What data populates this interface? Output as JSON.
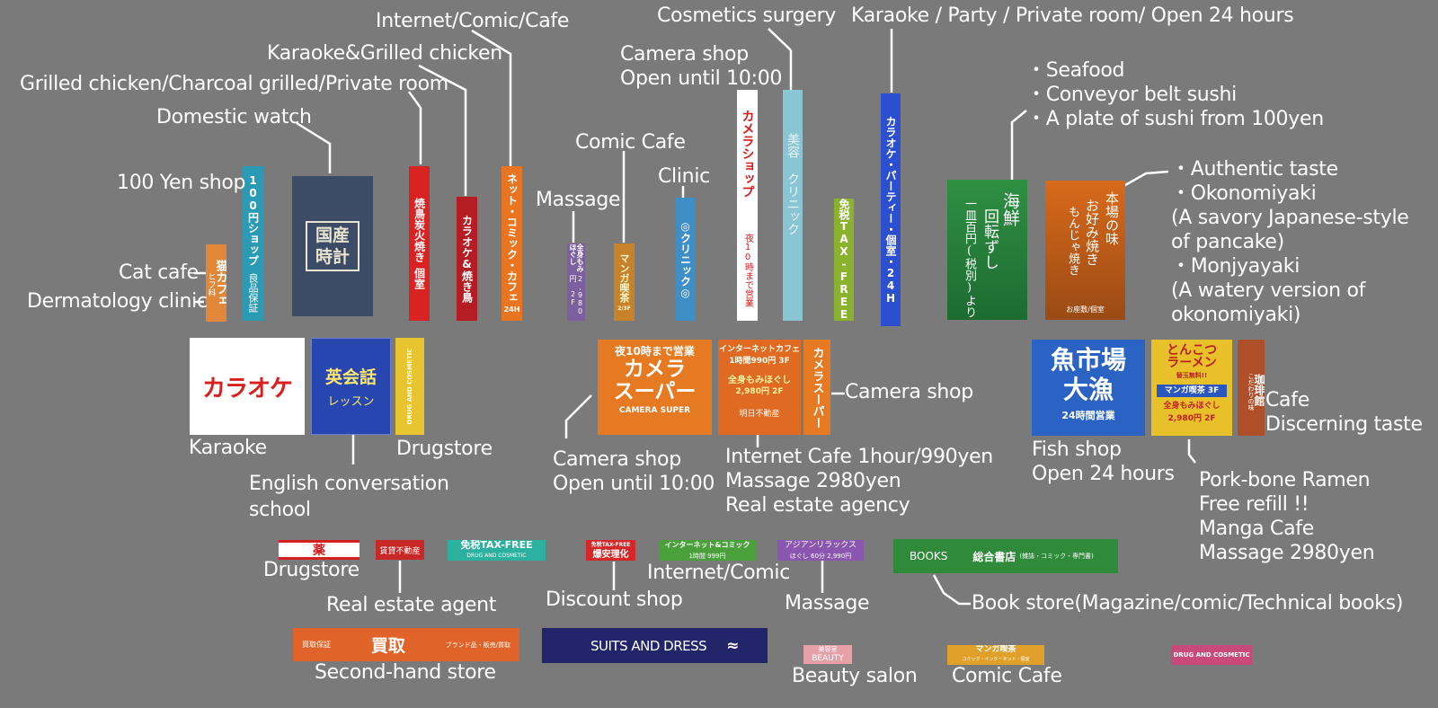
{
  "labels": {
    "internet_comic_cafe": "Internet/Comic/Cafe",
    "cosmetics_surgery": "Cosmetics surgery",
    "karaoke_party": "Karaoke  / Party / Private room/ Open 24 hours",
    "karaoke_grilled_chicken": "Karaoke&Grilled chicken",
    "camera_shop_top_1": "Camera shop",
    "camera_shop_top_2": "Open until 10:00",
    "grilled_chicken": "Grilled chicken/Charcoal grilled/Private room",
    "domestic_watch": "Domestic watch",
    "comic_cafe_top": "Comic Cafe",
    "clinic": "Clinic",
    "massage_top": "Massage",
    "yen_shop": "100 Yen shop",
    "cat_cafe": "Cat cafe",
    "dermatology": "Dermatology clinic",
    "seafood_1": "・Seafood",
    "seafood_2": "・Conveyor belt sushi",
    "seafood_3": "・A plate of sushi  from 100yen",
    "okonomi_1": "・Authentic taste",
    "okonomi_2": "・Okonomiyaki",
    "okonomi_3": "(A savory Japanese-style",
    "okonomi_4": "of pancake)",
    "okonomi_5": "・Monjyayaki",
    "okonomi_6": "(A watery version of",
    "okonomi_7": "okonomiyaki)",
    "karaoke_bottom": "Karaoke",
    "drugstore_mid": "Drugstore",
    "english_1": "English conversation",
    "english_2": "school",
    "camera_shop_right": "Camera shop",
    "camera_shop_bottom_1": "Camera shop",
    "camera_shop_bottom_2": "Open until 10:00",
    "internet_cafe_1": "Internet Cafe 1hour/990yen",
    "internet_cafe_2": "Massage 2980yen",
    "internet_cafe_3": "Real estate agency",
    "fish_shop_1": "Fish shop",
    "fish_shop_2": "Open 24 hours",
    "cafe_1": "Cafe",
    "cafe_2": "Discerning taste",
    "ramen_1": "Pork-bone Ramen",
    "ramen_2": "Free refill !!",
    "ramen_3": "Manga Cafe",
    "ramen_4": "Massage 2980yen",
    "drugstore_low": "Drugstore",
    "real_estate_low": "Real estate agent",
    "discount_shop": "Discount shop",
    "internet_comic_low": "Internet/Comic",
    "massage_low": "Massage",
    "book_store": "Book store(Magazine/comic/Technical books)",
    "second_hand": "Second-hand store",
    "beauty_salon": "Beauty salon",
    "comic_cafe_low": "Comic Cafe"
  },
  "signs": {
    "cat_cafe": "猫カフェ",
    "cat_cafe_sub": "ヒフ科",
    "yen_shop": "100円ショップ",
    "yen_shop_sub": "良品保証",
    "watch": "国産時計",
    "yakitori": "焼鳥炭火焼き",
    "yakitori_sub": "個室",
    "karaoke_chicken": "カラオケ&焼き鳥",
    "net_comic": "ネット・コミック・カフェ",
    "net_comic_sub": "24H",
    "massage": "全身もみほぐし",
    "massage_sub": "2,980円 2F",
    "manga": "マンガ喫茶",
    "manga_sub": "2/3F",
    "clinic": "◎クリニック◎",
    "camera_vert": "カメラショップ",
    "camera_vert_sub": "夜10時まで営業",
    "beauty_clinic": "美容 クリニック",
    "taxfree": "免税TAX-FREE",
    "karaoke_party": "カラオケ・パーティー・個室・24H",
    "sushi_1": "海鮮",
    "sushi_2": "回転ずし",
    "sushi_3": "一皿百円(税別)より",
    "okonomi_1": "本場の味",
    "okonomi_2": "お好み焼き",
    "okonomi_3": "もんじゃ焼き",
    "okonomi_sub": "お座敷/個室",
    "karaoke_big": "カラオケ",
    "eikaiwa_1": "英会話",
    "eikaiwa_2": "レッスン",
    "drug_vert": "DRUG AND COSMETIC",
    "camera_super_top": "夜10時まで営業",
    "camera_super_1": "カメラ",
    "camera_super_2": "スーパー",
    "camera_super_en": "CAMERA SUPER",
    "inet_1": "インターネットカフェ",
    "inet_2": "1時間990円 3F",
    "inet_3": "全身もみほぐし",
    "inet_4": "2,980円 2F",
    "inet_5": "明日不動産",
    "camera_super_vert": "カメラスーパー",
    "fish_1": "魚市場",
    "fish_2": "大漁",
    "fish_3": "24時間営業",
    "ramen_1": "とんこつ",
    "ramen_2": "ラーメン",
    "ramen_3": "替玉無料!!",
    "ramen_4": "マンガ喫茶 3F",
    "ramen_5": "全身もみほぐし",
    "ramen_6": "2,980円 2F",
    "cafe_1": "珈琲館",
    "cafe_2": "こだわりの味",
    "kusuri": "薬",
    "chintai": "賃貸不動産",
    "taxfree_h": "免税TAX-FREE",
    "taxfree_h_sub": "DRUG AND COSMETIC",
    "discount_1": "免税TAX-FREE",
    "discount_2": "爆安理化",
    "inet_comic_1": "インターネット&コミック",
    "inet_comic_2": "1時間 999円",
    "asian_1": "アジアンリラックス",
    "asian_2": "ほぐし 60分 2,990円",
    "books_en": "BOOKS",
    "books_jp": "総合書店",
    "books_sub": "(雑誌・コミック・専門書)",
    "kaitori_left": "買取保証",
    "kaitori": "買取",
    "kaitori_right": "ブランド品・販売/買取",
    "suits": "SUITS AND DRESS",
    "beauty_1": "美容室",
    "beauty_2": "BEAUTY",
    "manga_h_1": "マンガ喫茶",
    "manga_h_2": "コミック・インターネット・個室",
    "drug_h": "DRUG AND COSMETIC"
  }
}
